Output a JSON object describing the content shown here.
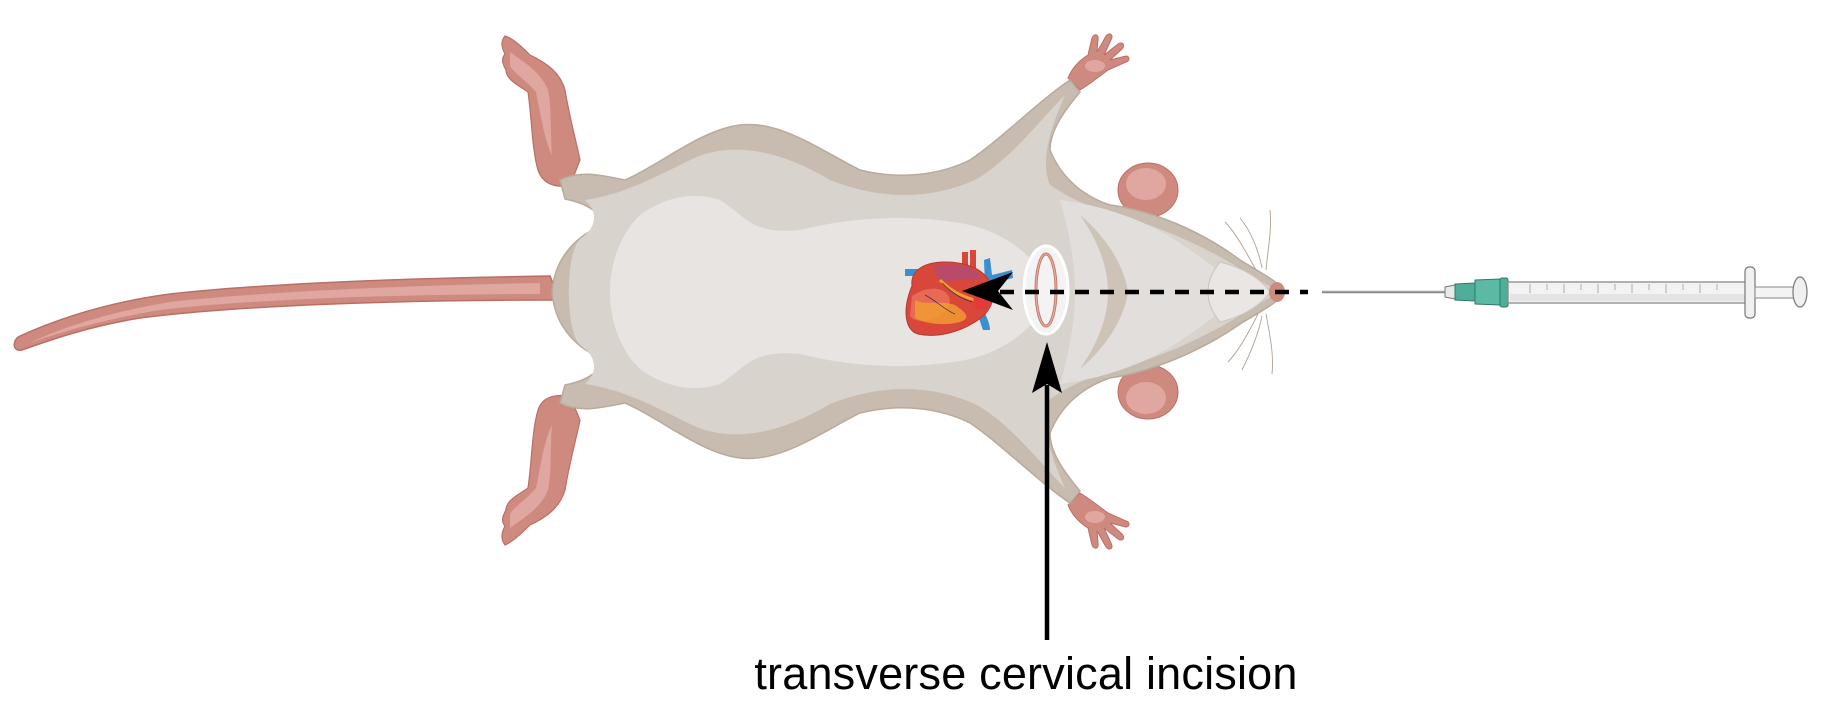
{
  "figure": {
    "type": "anatomical-procedure-diagram",
    "subject": "mouse (ventral view, supine)",
    "annotation": {
      "label": "transverse cervical incision",
      "arrow_direction": "up",
      "target": "incision-site"
    },
    "elements": [
      {
        "name": "mouse-body",
        "orientation": "head-right, tail-left"
      },
      {
        "name": "heart",
        "location": "thoracic, left of incision"
      },
      {
        "name": "incision",
        "shape": "vertical ellipse at neck"
      },
      {
        "name": "dashed-path",
        "description": "needle path from syringe through neck to heart"
      },
      {
        "name": "syringe",
        "location": "right of snout, needle pointing left"
      }
    ]
  },
  "colors": {
    "fur_outline": "#c7bcaf",
    "fur_mid": "#d9d3cd",
    "fur_light": "#e7e4e2",
    "skin_pink": "#cf8a80",
    "skin_light": "#dfa7a0",
    "heart_red": "#d9473b",
    "heart_orange": "#f0a030",
    "vessel_blue": "#3a8fd0",
    "needle_hub": "#4fae98",
    "arrow": "#000000"
  }
}
